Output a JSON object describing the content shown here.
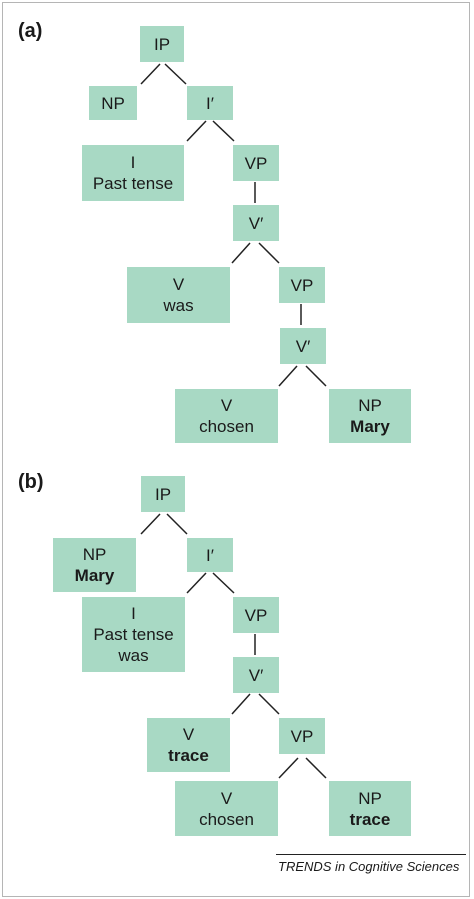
{
  "panel_a": {
    "label": "(a)",
    "nodes": {
      "ip": {
        "cat": "IP"
      },
      "np": {
        "cat": "NP"
      },
      "ibar": {
        "cat": "I′"
      },
      "i": {
        "cat": "I",
        "word": "Past tense"
      },
      "vp1": {
        "cat": "VP"
      },
      "vbar1": {
        "cat": "V′"
      },
      "v1": {
        "cat": "V",
        "word": "was"
      },
      "vp2": {
        "cat": "VP"
      },
      "vbar2": {
        "cat": "V′"
      },
      "v2": {
        "cat": "V",
        "word": "chosen"
      },
      "np2": {
        "cat": "NP",
        "word": "Mary"
      }
    }
  },
  "panel_b": {
    "label": "(b)",
    "nodes": {
      "ip": {
        "cat": "IP"
      },
      "np": {
        "cat": "NP",
        "word": "Mary"
      },
      "ibar": {
        "cat": "I′"
      },
      "i": {
        "cat": "I",
        "word1": "Past tense",
        "word2": "was"
      },
      "vp1": {
        "cat": "VP"
      },
      "vbar1": {
        "cat": "V′"
      },
      "v1": {
        "cat": "V",
        "word": "trace"
      },
      "vp2": {
        "cat": "VP"
      },
      "v2": {
        "cat": "V",
        "word": "chosen"
      },
      "np2": {
        "cat": "NP",
        "word": "trace"
      }
    }
  },
  "footer": {
    "source": "TRENDS in Cognitive Sciences"
  }
}
